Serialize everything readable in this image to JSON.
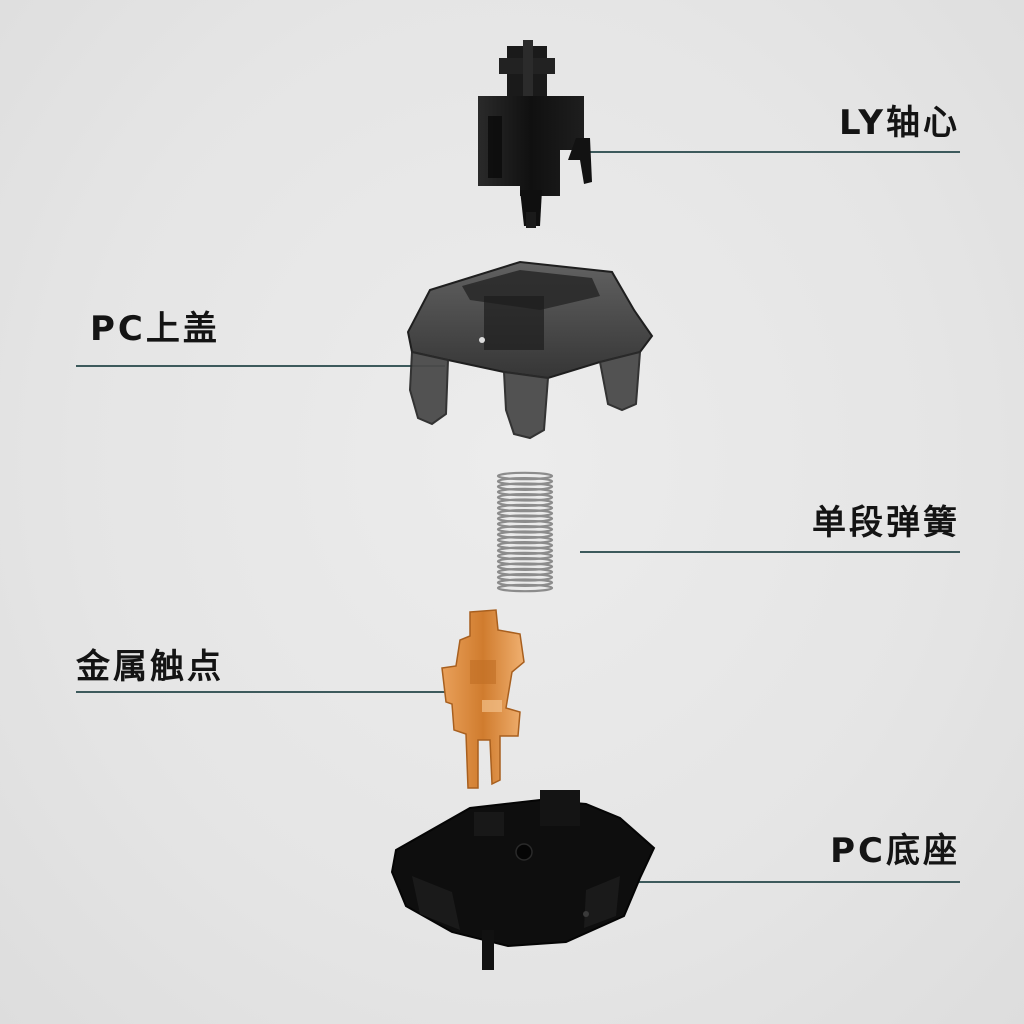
{
  "colors": {
    "background": "#e7e7e7",
    "leader_line": "#3d5a5c",
    "label_text": "#141414",
    "stem": "#141414",
    "housing_smoke": "#3a3a3a",
    "spring": "#8c8c8c",
    "contact_copper": "#d9883a",
    "base": "#0d0d0d"
  },
  "labels": {
    "stem": "LY轴心",
    "top_housing": "PC上盖",
    "spring": "单段弹簧",
    "contact": "金属触点",
    "bottom_housing": "PC底座"
  },
  "components": [
    {
      "id": "stem",
      "icon": "switch-stem-icon"
    },
    {
      "id": "top_housing",
      "icon": "top-housing-icon"
    },
    {
      "id": "spring",
      "icon": "spring-icon"
    },
    {
      "id": "contact",
      "icon": "metal-contact-icon"
    },
    {
      "id": "bottom_housing",
      "icon": "bottom-housing-icon"
    }
  ]
}
